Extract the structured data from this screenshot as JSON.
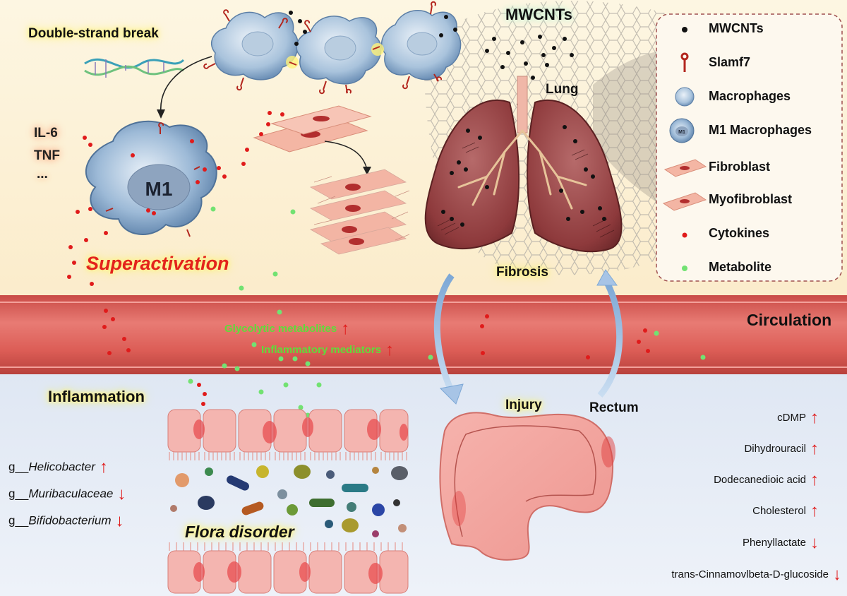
{
  "labels": {
    "double_strand_break": "Double-strand break",
    "cytokine_1": "IL-6",
    "cytokine_2": "TNF",
    "cytokine_more": "...",
    "m1": "M1",
    "superactivation": "Superactivation",
    "mwcnts": "MWCNTs",
    "lung": "Lung",
    "fibrosis": "Fibrosis",
    "circulation": "Circulation",
    "glycolytic": "Glycolytic metabolites",
    "inflammatory": "Inflammatory mediators",
    "inflammation": "Inflammation",
    "injury": "Injury",
    "rectum": "Rectum",
    "flora_disorder": "Flora disorder"
  },
  "legend": [
    {
      "label": "MWCNTs",
      "icon": "black-dot-icon"
    },
    {
      "label": "Slamf7",
      "icon": "receptor-icon"
    },
    {
      "label": "Macrophages",
      "icon": "macrophage-icon"
    },
    {
      "label": "M1 Macrophages",
      "icon": "m1-macrophage-icon"
    },
    {
      "label": "Fibroblast",
      "icon": "fibroblast-icon"
    },
    {
      "label": "Myofibroblast",
      "icon": "myofibroblast-icon"
    },
    {
      "label": "Cytokines",
      "icon": "red-dot-icon"
    },
    {
      "label": "Metabolite",
      "icon": "green-dot-icon"
    }
  ],
  "bacteria": [
    {
      "prefix": "g__",
      "name": "Helicobacter",
      "trend": "↑"
    },
    {
      "prefix": "g__",
      "name": "Muribaculaceae",
      "trend": "↓"
    },
    {
      "prefix": "g__",
      "name": "Bifidobacterium",
      "trend": "↓"
    }
  ],
  "metabolites": [
    {
      "name": "cDMP",
      "trend": "↑"
    },
    {
      "name": "Dihydrouracil",
      "trend": "↑"
    },
    {
      "name": "Dodecanedioic acid",
      "trend": "↑"
    },
    {
      "name": "Cholesterol",
      "trend": "↑"
    },
    {
      "name": "Phenyllactate",
      "trend": "↓"
    },
    {
      "name": "trans-Cinnamovlbeta-D-glucoside",
      "trend": "↓"
    }
  ],
  "trend_up": "↑",
  "colors": {
    "top_bg": "#fdf3d8",
    "bottom_bg": "#e4ebf5",
    "vessel": "#d9554f",
    "cytokine": "#e01b1b",
    "metabolite": "#6fe06f",
    "green_text": "#5fdc3a",
    "legend_border": "#a05050"
  }
}
